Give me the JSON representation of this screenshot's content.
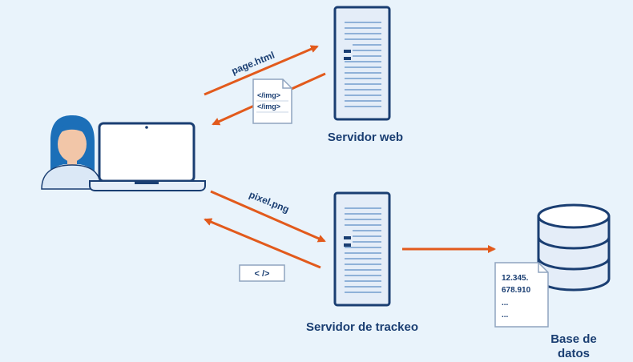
{
  "colors": {
    "background": "#e9f3fb",
    "arrow": "#e25a1c",
    "server_fill": "#e4edf8",
    "server_outline": "#1a3e72",
    "text_dark": "#1a3e72"
  },
  "labels": {
    "web_server": "Servidor web",
    "tracking_server": "Servidor de trackeo",
    "database_line1": "Base de",
    "database_line2": "datos"
  },
  "arrows": {
    "page_request": "page.html",
    "pixel_request": "pixel.png"
  },
  "web_response_doc": {
    "line1": "</img>",
    "line2": "</img>"
  },
  "tracking_response_tag": "< />",
  "database_doc": {
    "line1": "12.345.",
    "line2": "678.910",
    "line3": "...",
    "line4": "..."
  },
  "icons": {
    "user": "user-icon",
    "laptop": "laptop-icon",
    "web_server": "server-icon",
    "tracking_server": "server-icon",
    "database": "database-icon",
    "document": "document-icon"
  }
}
